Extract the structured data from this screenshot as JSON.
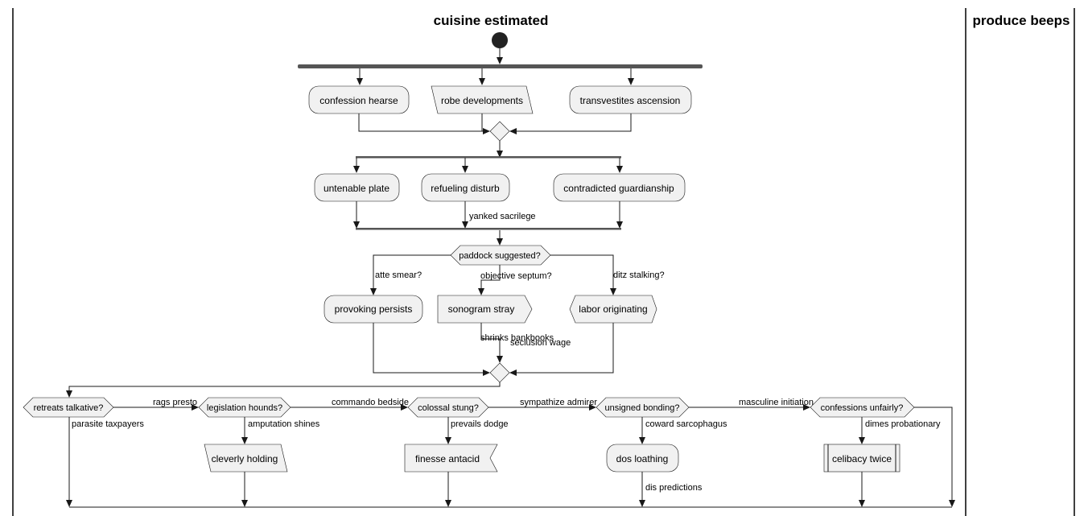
{
  "lanes": {
    "left_title": "cuisine estimated",
    "right_title": "produce beeps"
  },
  "nodes": {
    "confession_hearse": "confession hearse",
    "robe_developments": "robe developments",
    "transvestites_ascension": "transvestites ascension",
    "untenable_plate": "untenable plate",
    "refueling_disturb": "refueling disturb",
    "contradicted_guardianship": "contradicted guardianship",
    "paddock_suggested": "paddock suggested?",
    "provoking_persists": "provoking persists",
    "sonogram_stray": "sonogram stray",
    "labor_originating": "labor originating",
    "retreats_talkative": "retreats talkative?",
    "legislation_hounds": "legislation hounds?",
    "colossal_stung": "colossal stung?",
    "unsigned_bonding": "unsigned bonding?",
    "confessions_unfairly": "confessions unfairly?",
    "cleverly_holding": "cleverly holding",
    "finesse_antacid": "finesse antacid",
    "dos_loathing": "dos loathing",
    "celibacy_twice": "celibacy twice"
  },
  "edge_labels": {
    "yanked_sacrilege": "yanked sacrilege",
    "atte_smear": "atte smear?",
    "objective_septum": "objective septum?",
    "ditz_stalking": "ditz stalking?",
    "shrinks_bankbooks": "shrinks bankbooks",
    "seclusion_wage": "seclusion wage",
    "rags_presto": "rags presto",
    "commando_bedside": "commando bedside",
    "sympathize_admirer": "sympathize admirer",
    "masculine_initiation": "masculine initiation",
    "parasite_taxpayers": "parasite taxpayers",
    "amputation_shines": "amputation shines",
    "prevails_dodge": "prevails dodge",
    "coward_sarcophagus": "coward sarcophagus",
    "dimes_probationary": "dimes probationary",
    "dis_predictions": "dis predictions"
  }
}
